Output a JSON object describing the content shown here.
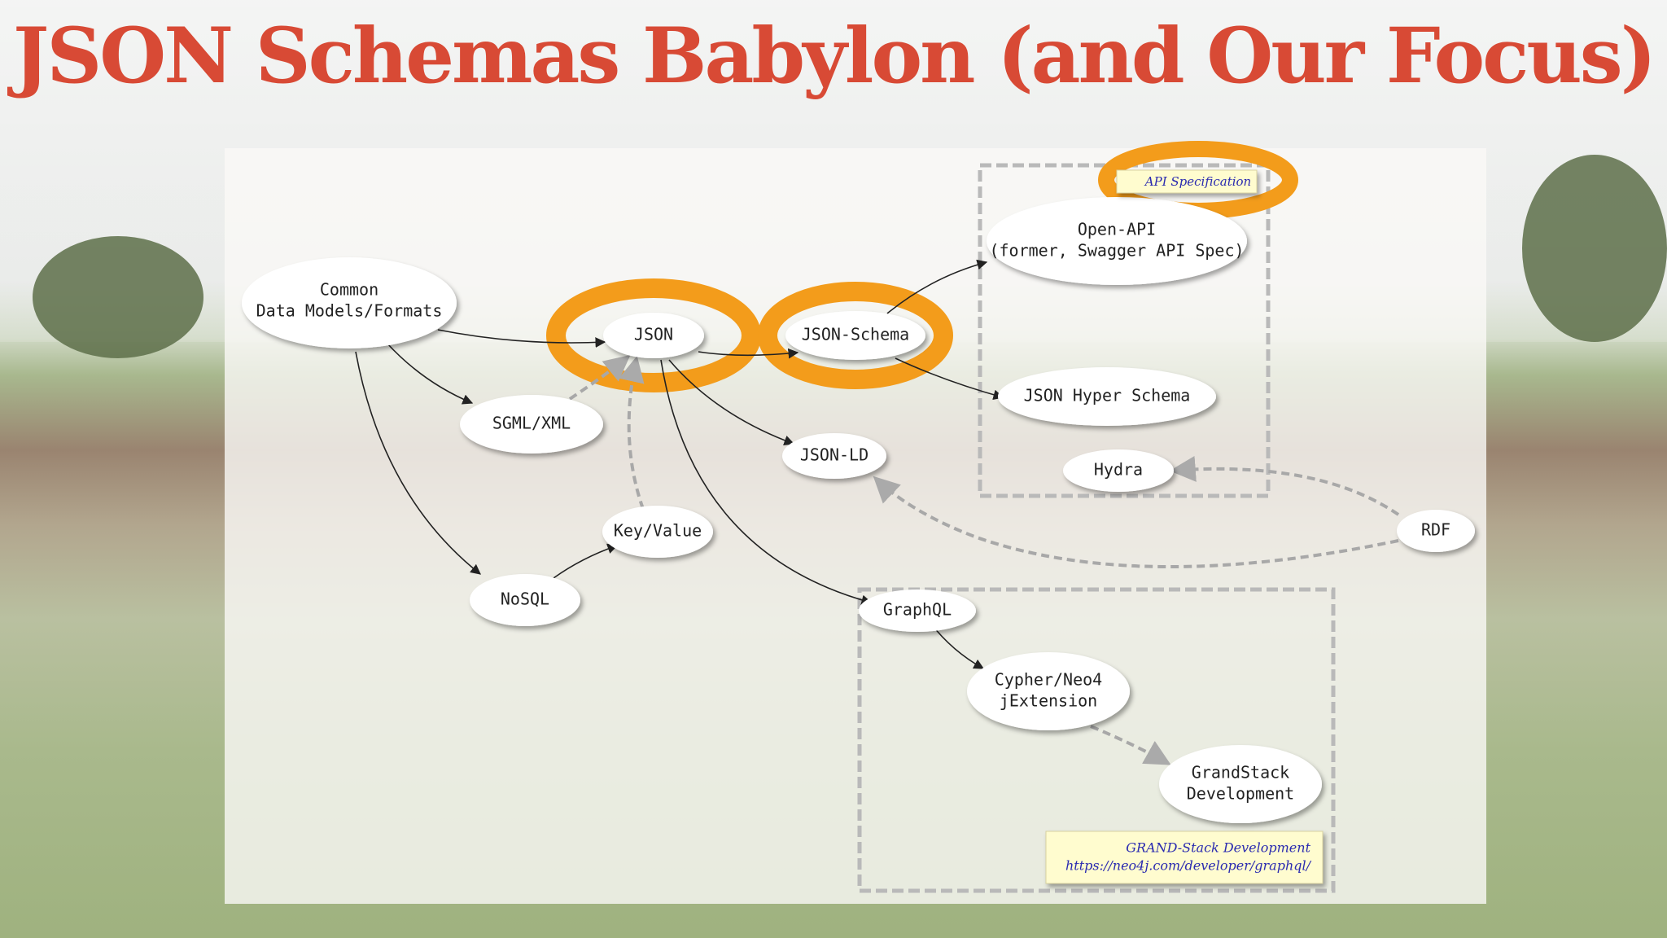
{
  "slide": {
    "title": "JSON Schemas Babylon (and Our Focus)"
  },
  "nodes": {
    "common": [
      "Common",
      "Data Models/Formats"
    ],
    "json": "JSON",
    "json_schema": "JSON-Schema",
    "sgml_xml": "SGML/XML",
    "json_ld": "JSON-LD",
    "key_value": "Key/Value",
    "nosql": "NoSQL",
    "graphql": "GraphQL",
    "cypher": [
      "Cypher/Neo4",
      "jExtension"
    ],
    "grandstack": [
      "GrandStack",
      "Development"
    ],
    "open_api": [
      "Open-API",
      "(former, Swagger API Spec)"
    ],
    "json_hyper_schema": "JSON Hyper Schema",
    "hydra": "Hydra",
    "rdf": "RDF"
  },
  "notes": {
    "api_spec": "API Specification",
    "grand_stack": [
      "GRAND-Stack Development",
      "https://neo4j.com/developer/graphql/"
    ]
  },
  "colors": {
    "title": "#d84a35",
    "highlight": "#f39c1b",
    "note_text": "#2a2ab0",
    "note_bg": "#fffccf"
  }
}
